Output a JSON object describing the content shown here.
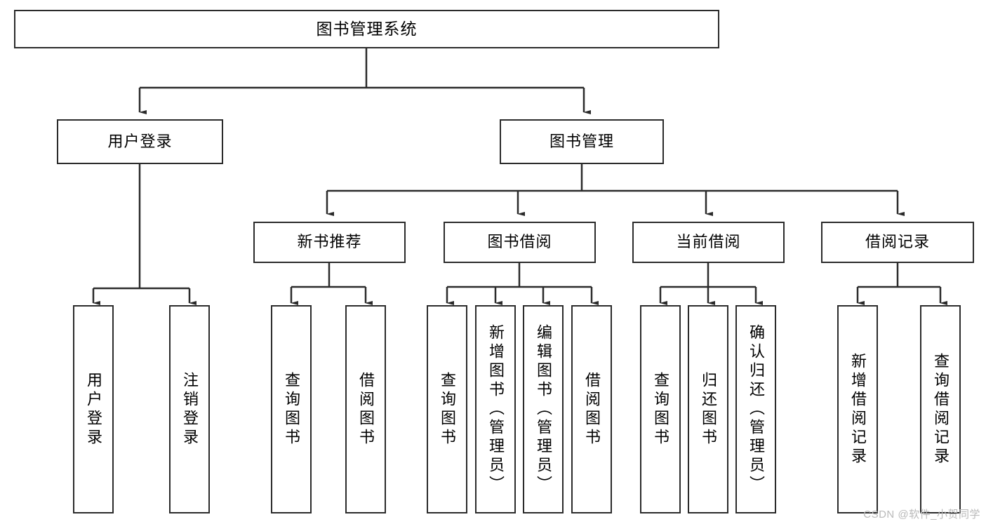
{
  "diagram": {
    "title": "图书管理系统",
    "type": "tree-hierarchy-chart",
    "watermark": "CSDN @软件_小贺同学",
    "colors": {
      "stroke": "#2b2b2b",
      "fill": "#ffffff",
      "text": "#000000",
      "watermark": "#b9b9b9"
    }
  },
  "nodes": {
    "root": {
      "label": "图书管理系统"
    },
    "level2": [
      {
        "label": "用户登录"
      },
      {
        "label": "图书管理"
      }
    ],
    "level3": [
      {
        "label": "新书推荐"
      },
      {
        "label": "图书借阅"
      },
      {
        "label": "当前借阅"
      },
      {
        "label": "借阅记录"
      }
    ],
    "leaves": {
      "user_login": [
        {
          "label": "用户登录"
        },
        {
          "label": "注销登录"
        }
      ],
      "new_book_recommend": [
        {
          "label": "查询图书"
        },
        {
          "label": "借阅图书"
        }
      ],
      "book_borrow": [
        {
          "label": "查询图书"
        },
        {
          "label": "新增图书（管理员）"
        },
        {
          "label": "编辑图书（管理员）"
        },
        {
          "label": "借阅图书"
        }
      ],
      "current_borrow": [
        {
          "label": "查询图书"
        },
        {
          "label": "归还图书"
        },
        {
          "label": "确认归还（管理员）"
        }
      ],
      "borrow_record": [
        {
          "label": "新增借阅记录"
        },
        {
          "label": "查询借阅记录"
        }
      ]
    }
  }
}
